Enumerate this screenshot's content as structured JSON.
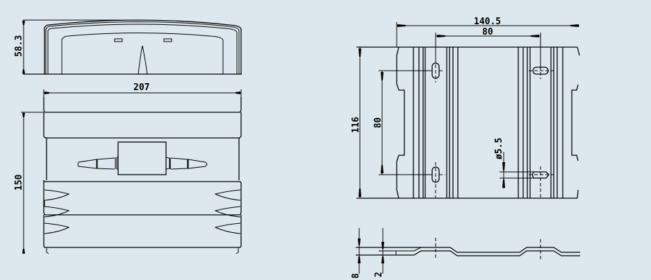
{
  "drawing": {
    "background": "#dce8ee",
    "line_color": "#000000",
    "views": {
      "top_view": {
        "height_label": "58.3",
        "width_label": "207"
      },
      "front_view": {
        "height_label": "150"
      },
      "mounting_plate": {
        "overall_width_label": "140.5",
        "hole_spacing_h_label": "80",
        "overall_height_label": "116",
        "hole_spacing_v_label": "80",
        "hole_diameter_label": "ø5.5"
      },
      "side_profile": {
        "total_thickness_label": "8",
        "plate_thickness_label": "2"
      }
    }
  }
}
